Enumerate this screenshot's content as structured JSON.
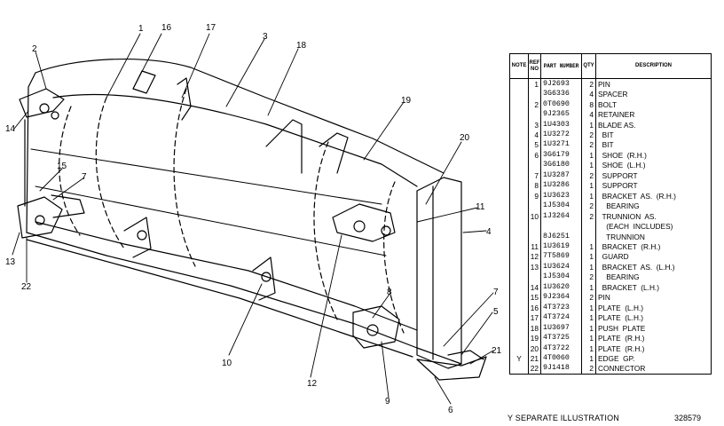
{
  "callouts": [
    "1",
    "2",
    "3",
    "4",
    "5",
    "6",
    "7",
    "8",
    "9",
    "10",
    "11",
    "12",
    "13",
    "14",
    "15",
    "16",
    "17",
    "18",
    "19",
    "20",
    "21",
    "22",
    "7"
  ],
  "table": {
    "headers": {
      "note": "NOTE",
      "ref_no": "REF NO",
      "part_number": "PART NUMBER",
      "qty": "QTY",
      "description": "DESCRIPTION"
    },
    "rows": [
      {
        "note": "",
        "ref": "1",
        "part": "9J2693",
        "qty": "2",
        "desc": "PIN"
      },
      {
        "note": "",
        "ref": "",
        "part": "3G6336",
        "qty": "4",
        "desc": "SPACER"
      },
      {
        "note": "",
        "ref": "2",
        "part": "0T0690",
        "qty": "8",
        "desc": "BOLT"
      },
      {
        "note": "",
        "ref": "",
        "part": "9J2365",
        "qty": "4",
        "desc": "RETAINER"
      },
      {
        "note": "",
        "ref": "3",
        "part": "1U4303",
        "qty": "1",
        "desc": "BLADE AS."
      },
      {
        "note": "",
        "ref": "4",
        "part": "1U3272",
        "qty": "2",
        "desc": "  BIT"
      },
      {
        "note": "",
        "ref": "5",
        "part": "1U3271",
        "qty": "2",
        "desc": "  BIT"
      },
      {
        "note": "",
        "ref": "6",
        "part": "3G6179",
        "qty": "1",
        "desc": "  SHOE  (R.H.)"
      },
      {
        "note": "",
        "ref": "",
        "part": "3G6180",
        "qty": "1",
        "desc": "  SHOE  (L.H.)"
      },
      {
        "note": "",
        "ref": "7",
        "part": "1U3287",
        "qty": "2",
        "desc": "  SUPPORT"
      },
      {
        "note": "",
        "ref": "8",
        "part": "1U3286",
        "qty": "1",
        "desc": "  SUPPORT"
      },
      {
        "note": "",
        "ref": "9",
        "part": "1U3623",
        "qty": "1",
        "desc": "  BRACKET  AS.  (R.H.)"
      },
      {
        "note": "",
        "ref": "",
        "part": "1J5304",
        "qty": "2",
        "desc": "    BEARING"
      },
      {
        "note": "",
        "ref": "10",
        "part": "1J3264",
        "qty": "2",
        "desc": "  TRUNNION  AS."
      },
      {
        "note": "",
        "ref": "",
        "part": "",
        "qty": "",
        "desc": "    (EACH  INCLUDES)"
      },
      {
        "note": "",
        "ref": "",
        "part": "8J6251",
        "qty": "",
        "desc": "    TRUNNION"
      },
      {
        "note": "",
        "ref": "11",
        "part": "1U3619",
        "qty": "1",
        "desc": "  BRACKET  (R.H.)"
      },
      {
        "note": "",
        "ref": "12",
        "part": "7T5869",
        "qty": "1",
        "desc": "  GUARD"
      },
      {
        "note": "",
        "ref": "13",
        "part": "1U3624",
        "qty": "1",
        "desc": "  BRACKET  AS.  (L.H.)"
      },
      {
        "note": "",
        "ref": "",
        "part": "1J5304",
        "qty": "2",
        "desc": "    BEARING"
      },
      {
        "note": "",
        "ref": "14",
        "part": "1U3620",
        "qty": "1",
        "desc": "  BRACKET  (L.H.)"
      },
      {
        "note": "",
        "ref": "15",
        "part": "9J2364",
        "qty": "2",
        "desc": "PIN"
      },
      {
        "note": "",
        "ref": "16",
        "part": "4T3723",
        "qty": "1",
        "desc": "PLATE  (L.H.)"
      },
      {
        "note": "",
        "ref": "17",
        "part": "4T3724",
        "qty": "1",
        "desc": "PLATE  (L.H.)"
      },
      {
        "note": "",
        "ref": "18",
        "part": "1U3697",
        "qty": "1",
        "desc": "PUSH  PLATE"
      },
      {
        "note": "",
        "ref": "19",
        "part": "4T3725",
        "qty": "1",
        "desc": "PLATE  (R.H.)"
      },
      {
        "note": "",
        "ref": "20",
        "part": "4T3722",
        "qty": "1",
        "desc": "PLATE  (R.H.)"
      },
      {
        "note": "Y",
        "ref": "21",
        "part": "4T0060",
        "qty": "1",
        "desc": "EDGE  GP."
      },
      {
        "note": "",
        "ref": "22",
        "part": "9J1418",
        "qty": "2",
        "desc": "CONNECTOR"
      }
    ]
  },
  "footnote": "Y   SEPARATE  ILLUSTRATION",
  "drawing_number": "328579"
}
